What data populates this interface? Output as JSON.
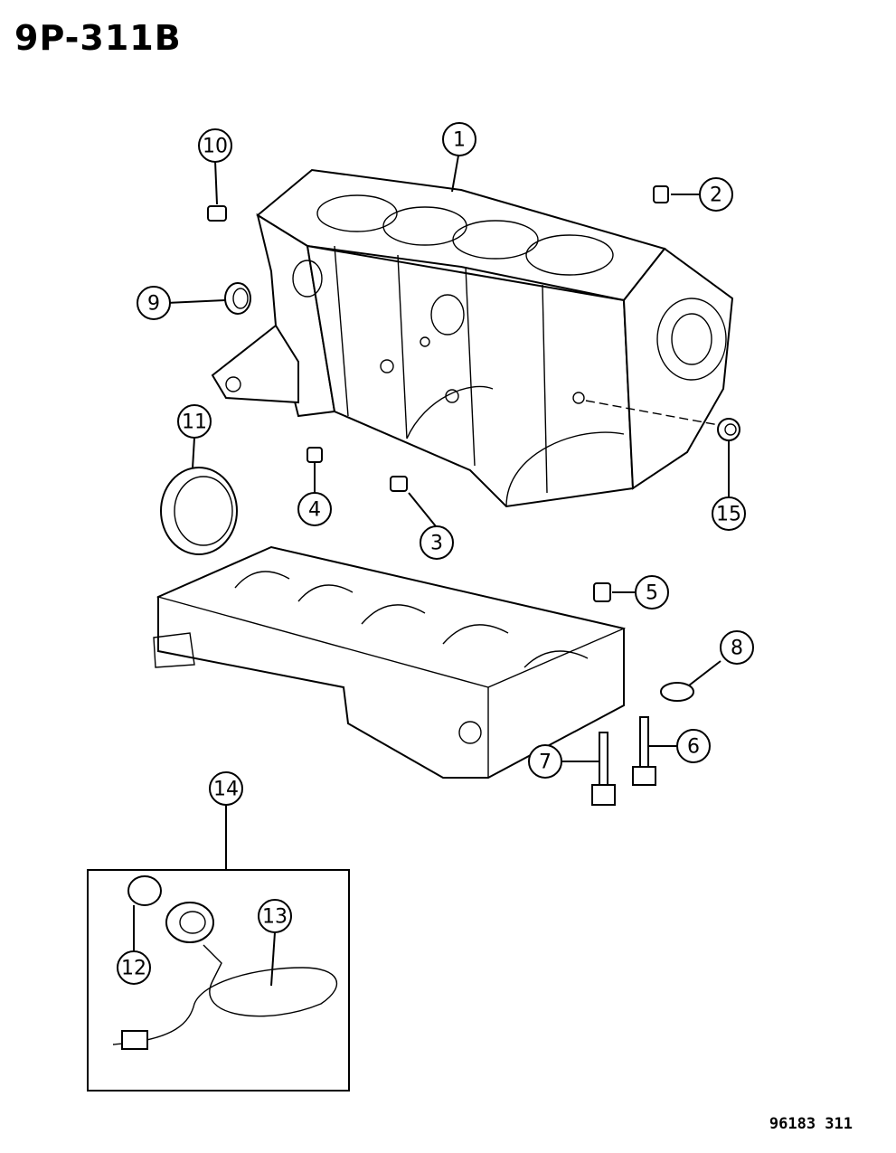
{
  "header": {
    "diagram_code": "9P-311B"
  },
  "footer": {
    "figure_number": "96183 311"
  },
  "callouts": [
    {
      "id": "c1",
      "label": "1"
    },
    {
      "id": "c2",
      "label": "2"
    },
    {
      "id": "c3",
      "label": "3"
    },
    {
      "id": "c4",
      "label": "4"
    },
    {
      "id": "c5",
      "label": "5"
    },
    {
      "id": "c6",
      "label": "6"
    },
    {
      "id": "c7",
      "label": "7"
    },
    {
      "id": "c8",
      "label": "8"
    },
    {
      "id": "c9",
      "label": "9"
    },
    {
      "id": "c10",
      "label": "10"
    },
    {
      "id": "c11",
      "label": "11"
    },
    {
      "id": "c12",
      "label": "12"
    },
    {
      "id": "c13",
      "label": "13"
    },
    {
      "id": "c14",
      "label": "14"
    },
    {
      "id": "c15",
      "label": "15"
    }
  ]
}
